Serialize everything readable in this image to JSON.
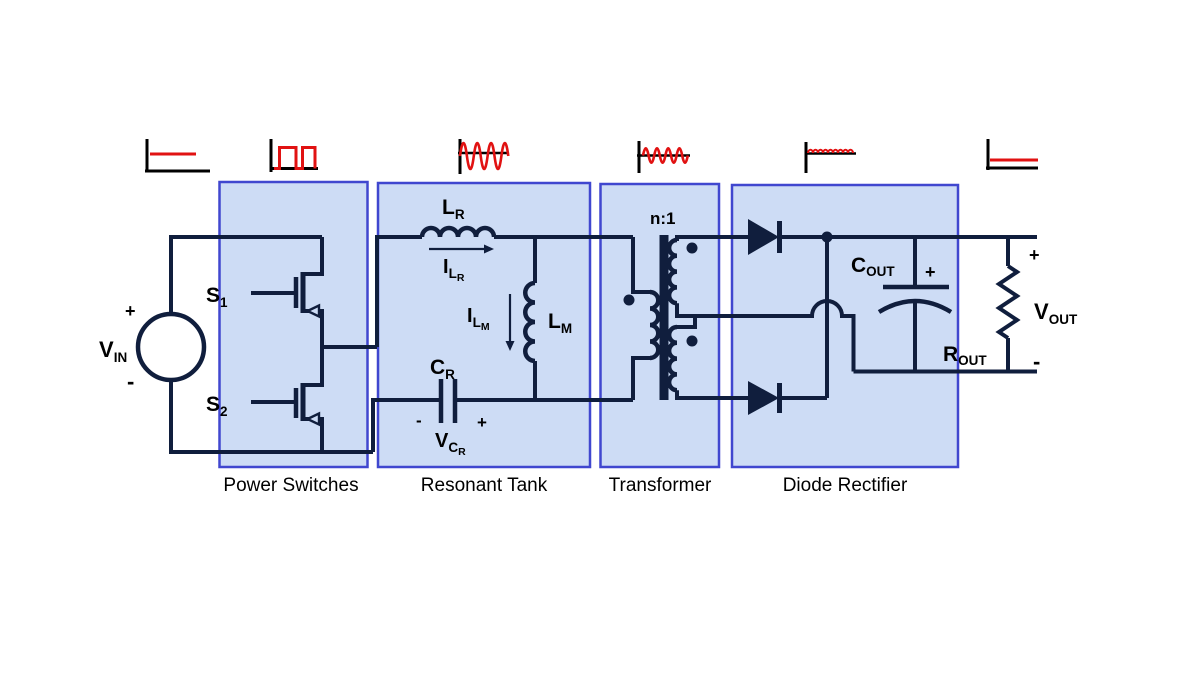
{
  "colors": {
    "wire": "#101e3d",
    "red": "#e11212",
    "box_fill": "#cddcf5",
    "box_border": "#4047cf",
    "text": "#000000",
    "black": "#000000"
  },
  "sections": {
    "power_switches": "Power Switches",
    "resonant_tank": "Resonant Tank",
    "transformer": "Transformer",
    "diode_rectifier": "Diode Rectifier"
  },
  "labels": {
    "vin": {
      "main": "V",
      "sub": "IN",
      "plus": "+",
      "minus": "-"
    },
    "s1": {
      "main": "S",
      "sub": "1"
    },
    "s2": {
      "main": "S",
      "sub": "2"
    },
    "lr": {
      "main": "L",
      "sub": "R"
    },
    "ilr": {
      "main": "I",
      "sub": "L",
      "subsub": "R"
    },
    "ilm": {
      "main": "I",
      "sub": "L",
      "subsub": "M"
    },
    "lm": {
      "main": "L",
      "sub": "M"
    },
    "cr": {
      "main": "C",
      "sub": "R"
    },
    "vcr": {
      "minus": "-",
      "main": "V",
      "sub": "C",
      "subsub": "R",
      "plus": "+"
    },
    "ratio": "n:1",
    "cout": {
      "main": "C",
      "sub": "OUT",
      "plus": "+"
    },
    "rout": {
      "main": "R",
      "sub": "OUT"
    },
    "vout": {
      "main": "V",
      "sub": "OUT",
      "plus": "+",
      "minus": "-"
    }
  },
  "waveform_icons": [
    "dc-input-waveform-icon",
    "square-wave-icon",
    "resonant-sine-wave-icon",
    "transformer-sine-wave-icon",
    "rectified-ripple-wave-icon",
    "dc-output-waveform-icon"
  ]
}
